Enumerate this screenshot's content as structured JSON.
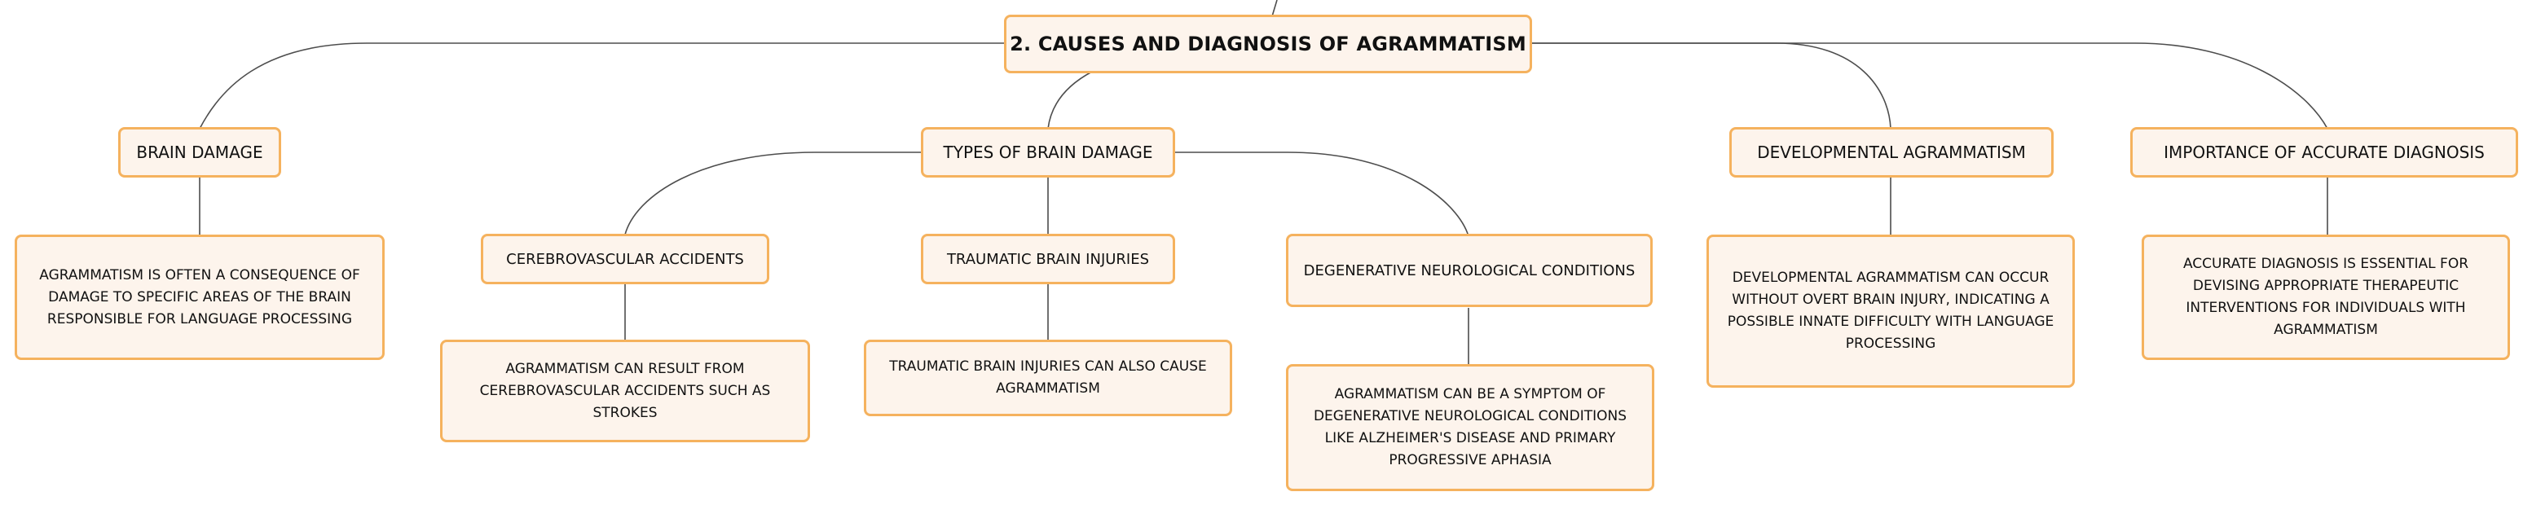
{
  "root": {
    "label": "2. CAUSES AND DIAGNOSIS OF AGRAMMATISM"
  },
  "topics": {
    "brain_damage": {
      "label": "BRAIN DAMAGE",
      "detail": "AGRAMMATISM IS OFTEN A CONSEQUENCE OF DAMAGE TO SPECIFIC AREAS OF THE BRAIN RESPONSIBLE FOR LANGUAGE PROCESSING"
    },
    "types_of_brain_damage": {
      "label": "TYPES OF BRAIN DAMAGE",
      "children": {
        "cerebrovascular": {
          "label": "CEREBROVASCULAR ACCIDENTS",
          "detail": "AGRAMMATISM CAN RESULT FROM CEREBROVASCULAR ACCIDENTS SUCH AS STROKES"
        },
        "traumatic": {
          "label": "TRAUMATIC BRAIN INJURIES",
          "detail": "TRAUMATIC BRAIN INJURIES CAN ALSO CAUSE AGRAMMATISM"
        },
        "degenerative": {
          "label": "DEGENERATIVE NEUROLOGICAL CONDITIONS",
          "detail": "AGRAMMATISM CAN BE A SYMPTOM OF DEGENERATIVE NEUROLOGICAL CONDITIONS LIKE ALZHEIMER'S DISEASE AND PRIMARY PROGRESSIVE APHASIA"
        }
      }
    },
    "developmental": {
      "label": "DEVELOPMENTAL AGRAMMATISM",
      "detail": "DEVELOPMENTAL AGRAMMATISM CAN OCCUR WITHOUT OVERT BRAIN INJURY, INDICATING A POSSIBLE INNATE DIFFICULTY WITH LANGUAGE PROCESSING"
    },
    "diagnosis": {
      "label": "IMPORTANCE OF ACCURATE DIAGNOSIS",
      "detail": "ACCURATE DIAGNOSIS IS ESSENTIAL FOR DEVISING APPROPRIATE THERAPEUTIC INTERVENTIONS FOR INDIVIDUALS WITH AGRAMMATISM"
    }
  },
  "colors": {
    "node_border": "#f5b25e",
    "node_fill": "#fdf4ec",
    "connector": "#4d4d4d",
    "text": "#111111"
  }
}
